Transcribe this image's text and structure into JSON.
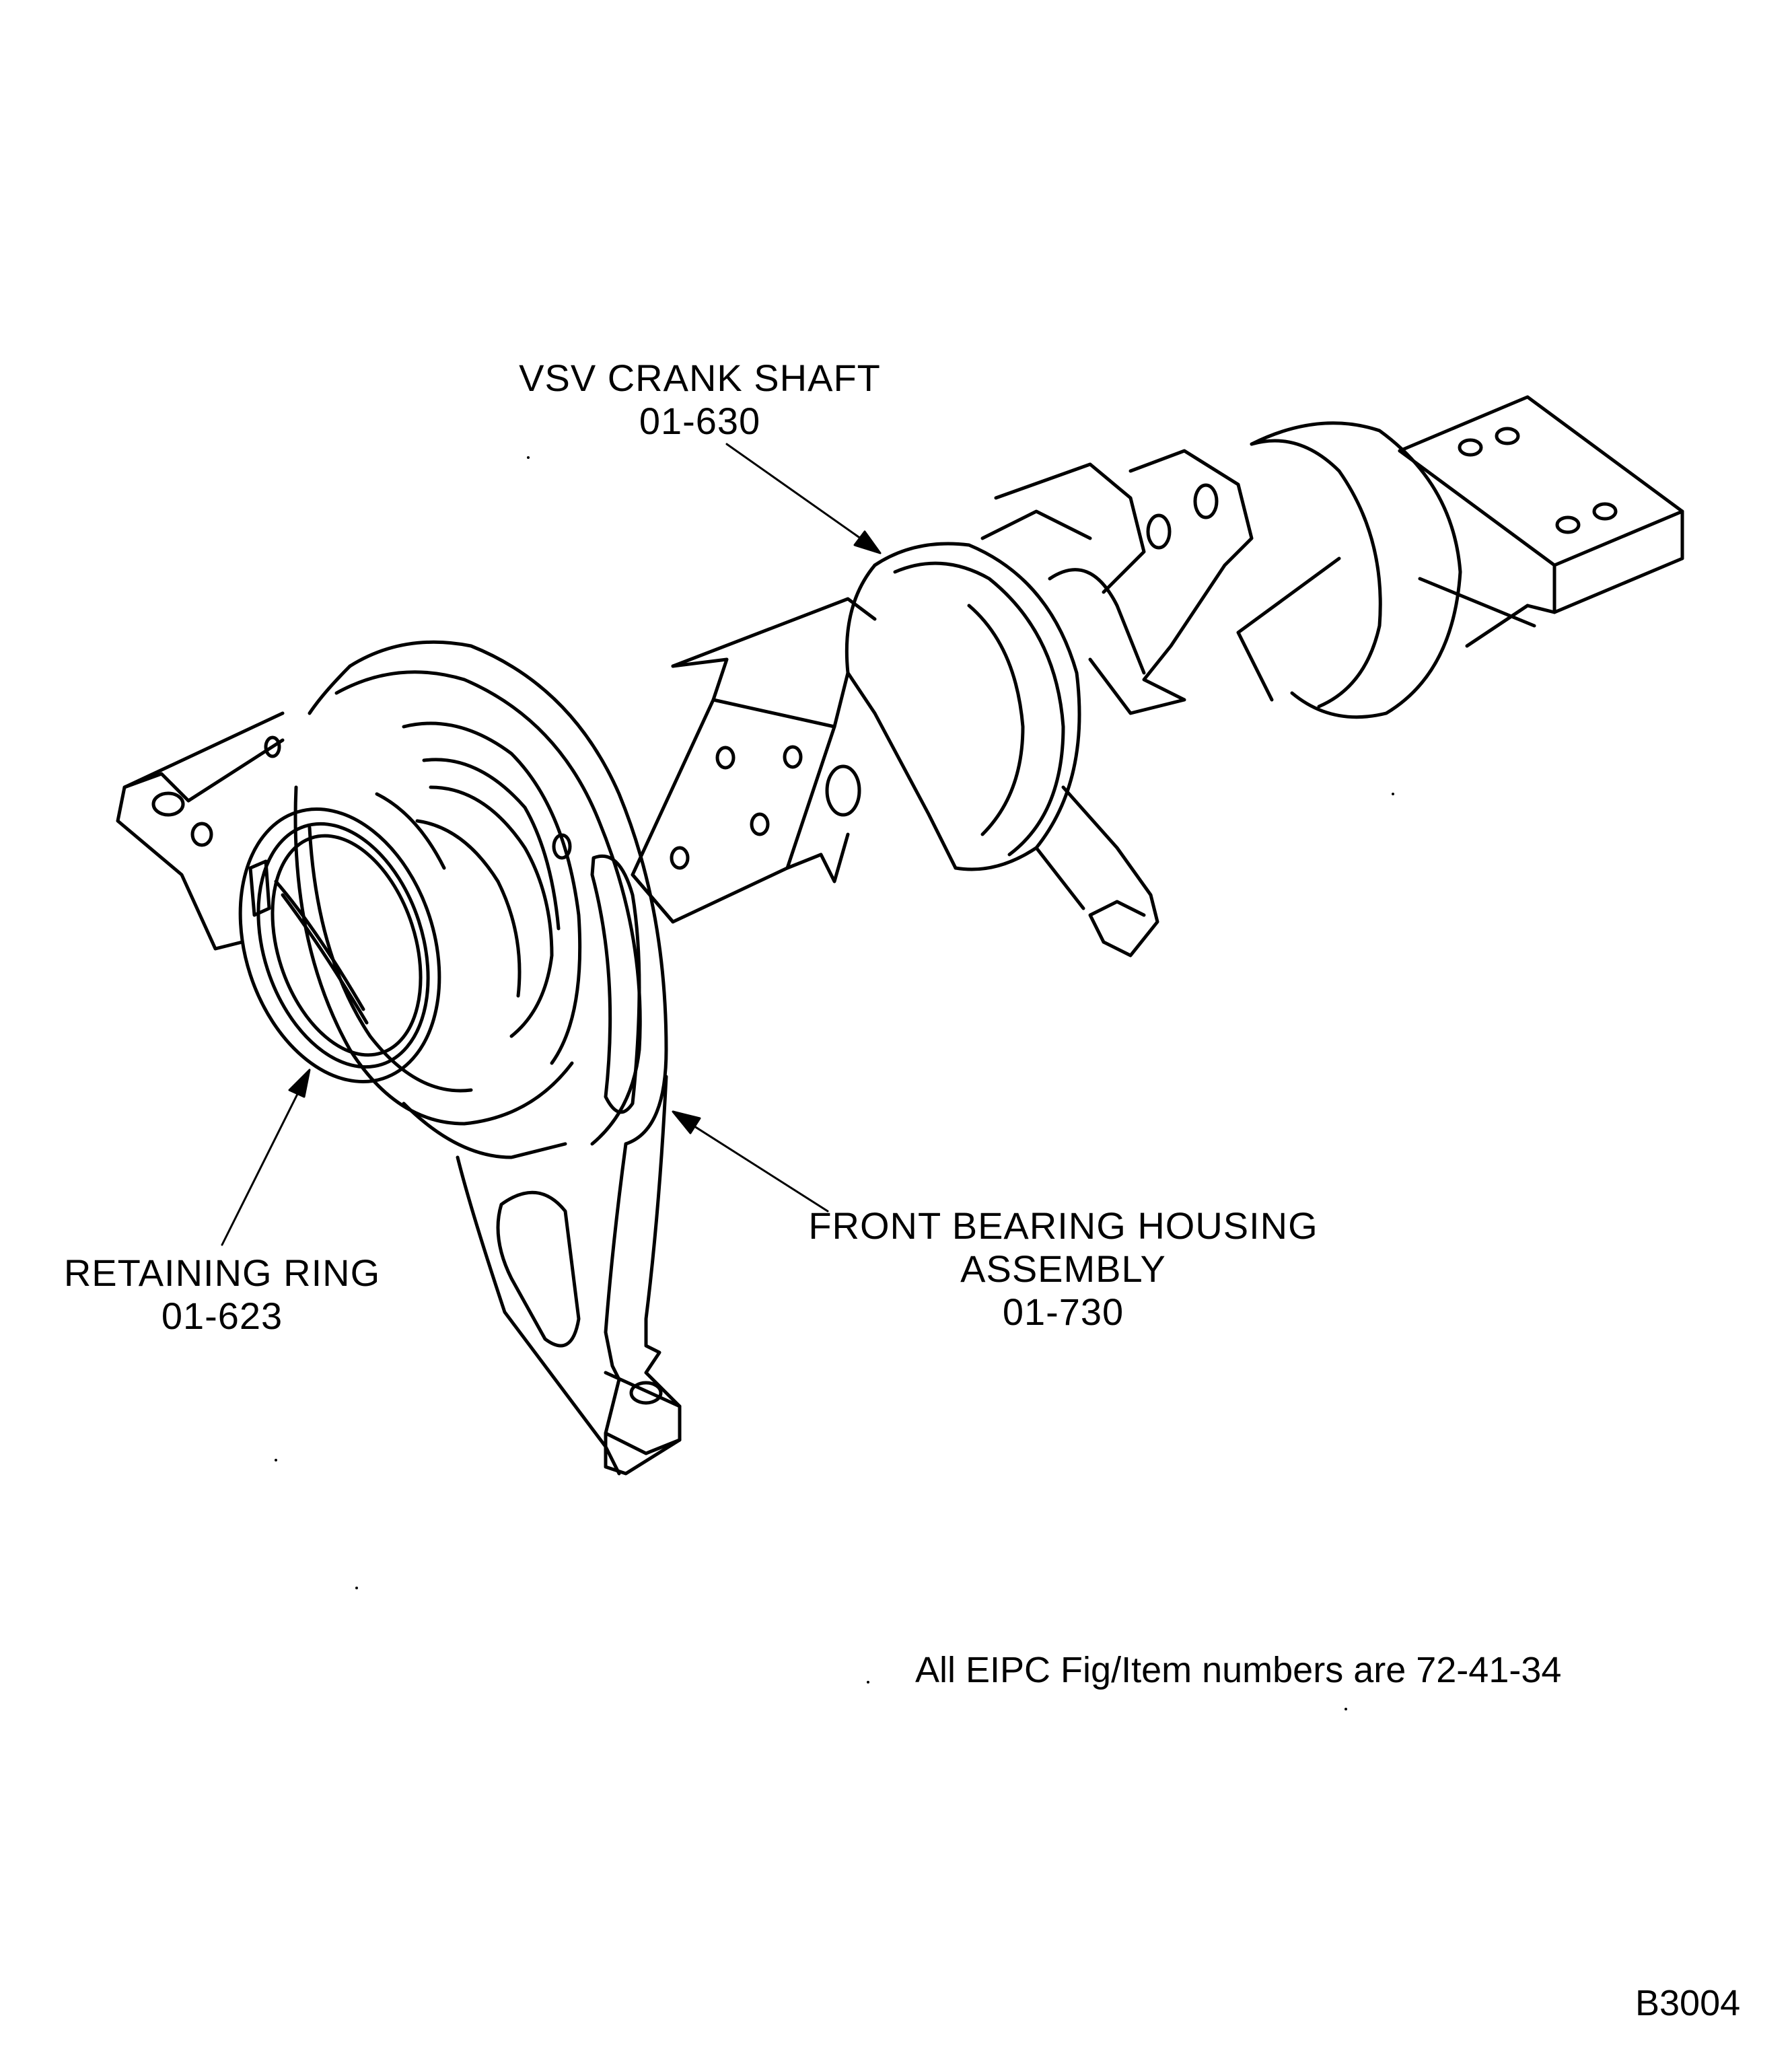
{
  "callouts": {
    "crank_shaft": {
      "name": "VSV CRANK SHAFT",
      "number": "01-630"
    },
    "bearing_housing": {
      "name_line1": "FRONT BEARING HOUSING",
      "name_line2": "ASSEMBLY",
      "number": "01-730"
    },
    "retaining_ring": {
      "name": "RETAINING RING",
      "number": "01-623"
    }
  },
  "note": "All EIPC Fig/Item numbers are 72-41-34",
  "figure_id": "B3004",
  "colors": {
    "ink": "#000000",
    "paper": "#ffffff"
  }
}
